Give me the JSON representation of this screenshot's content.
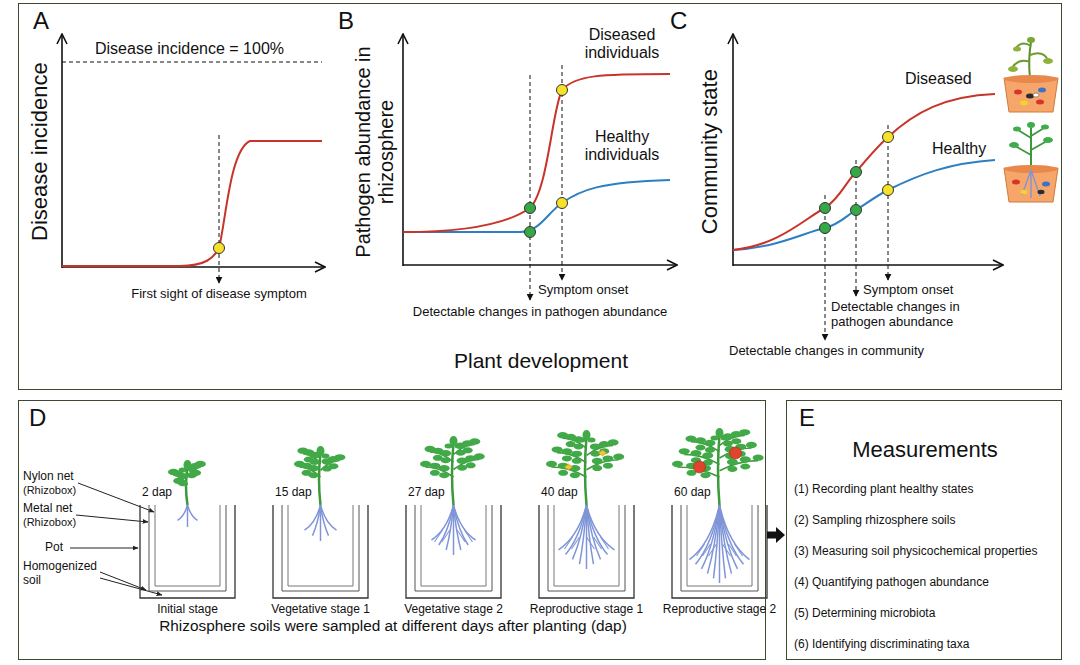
{
  "diagram": {
    "nodes": [
      {
        "text": [
          "A",
          "B",
          "C",
          "Plant development"
        ]
      },
      {
        "text": [
          "D",
          "Rhizosphere soils were sampled at different days after planting (dap)"
        ]
      },
      {
        "text": [
          "E",
          "Measurements",
          "(1) Recording plant healthy states",
          "(2) Sampling rhizosphere soils",
          "(3) Measuring soil physicochemical properties",
          "(4) Quantifying pathogen abundance",
          "(5) Determining microbiota",
          "(6) Identifying discriminating taxa"
        ]
      }
    ],
    "edges": [
      {
        "from": 1,
        "to": 2,
        "arrow": "to"
      }
    ],
    "labels": [
      "Disease incidence",
      "Disease incidence = 100%",
      "First sight of disease symptom",
      "Pathogen abundance in rhizosphere",
      "Diseased individuals",
      "Healthy individuals",
      "Symptom onset",
      "Detectable changes in pathogen abundance",
      "Community state",
      "Diseased",
      "Healthy",
      "Symptom onset",
      "Detectable changes in pathogen abundance",
      "Detectable changes in community",
      "2 dap",
      "15 dap",
      "27 dap",
      "40 dap",
      "60 dap",
      "Nylon net",
      "(Rhizobox)",
      "Metal net",
      "(Rhizobox)",
      "Pot",
      "Homogenized soil",
      "Initial stage",
      "Vegetative stage 1",
      "Vegetative stage 2",
      "Reproductive stage 1",
      "Reproductive stage 2"
    ]
  }
}
